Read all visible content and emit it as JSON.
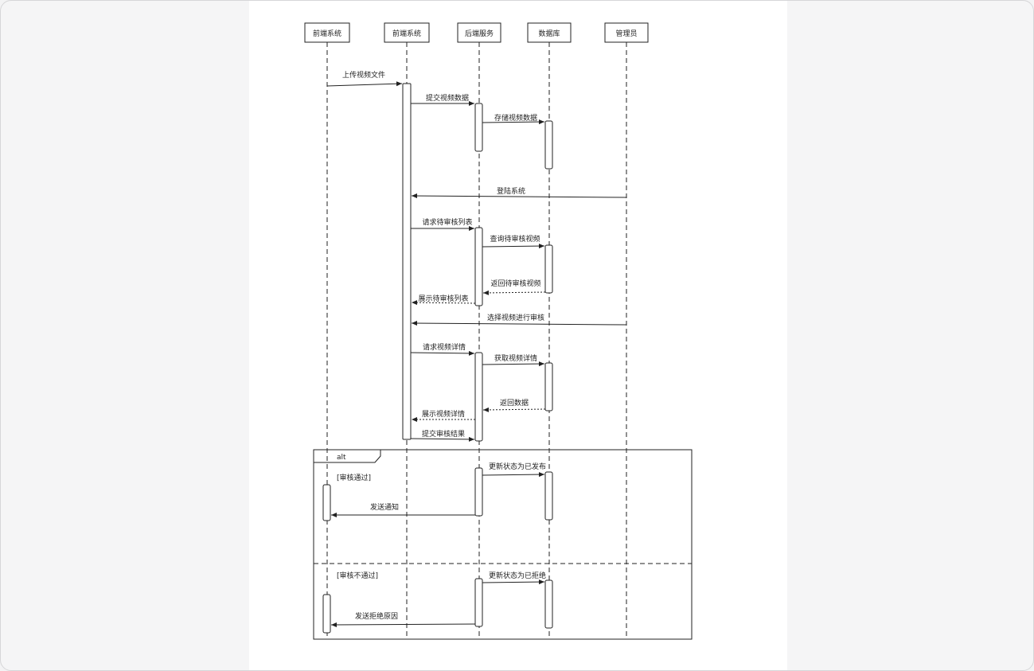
{
  "participants": [
    {
      "id": "p1",
      "label": "前端系统"
    },
    {
      "id": "p2",
      "label": "前端系统"
    },
    {
      "id": "p3",
      "label": "后端服务"
    },
    {
      "id": "p4",
      "label": "数据库"
    },
    {
      "id": "p5",
      "label": "管理员"
    }
  ],
  "messages": [
    {
      "id": "m1",
      "label": "上传视频文件",
      "from": "p1",
      "to": "p2",
      "style": "solid"
    },
    {
      "id": "m2",
      "label": "提交视频数据",
      "from": "p2",
      "to": "p3",
      "style": "solid"
    },
    {
      "id": "m3",
      "label": "存储视频数据",
      "from": "p3",
      "to": "p4",
      "style": "solid"
    },
    {
      "id": "m4",
      "label": "登陆系统",
      "from": "p5",
      "to": "p2",
      "style": "solid"
    },
    {
      "id": "m5",
      "label": "请求待审核列表",
      "from": "p2",
      "to": "p3",
      "style": "solid"
    },
    {
      "id": "m6",
      "label": "查询待审核视频",
      "from": "p3",
      "to": "p4",
      "style": "solid"
    },
    {
      "id": "m7",
      "label": "返回待审核视频",
      "from": "p4",
      "to": "p3",
      "style": "dashed"
    },
    {
      "id": "m8",
      "label": "展示待审核列表",
      "from": "p3",
      "to": "p2",
      "style": "dashed"
    },
    {
      "id": "m9",
      "label": "选择视频进行审核",
      "from": "p5",
      "to": "p2",
      "style": "solid"
    },
    {
      "id": "m10",
      "label": "请求视频详情",
      "from": "p2",
      "to": "p3",
      "style": "solid"
    },
    {
      "id": "m11",
      "label": "获取视频详情",
      "from": "p3",
      "to": "p4",
      "style": "solid"
    },
    {
      "id": "m12",
      "label": "返回数据",
      "from": "p4",
      "to": "p3",
      "style": "dashed"
    },
    {
      "id": "m13",
      "label": "展示视频详情",
      "from": "p3",
      "to": "p2",
      "style": "dashed"
    },
    {
      "id": "m14",
      "label": "提交审核结果",
      "from": "p2",
      "to": "p3",
      "style": "solid"
    },
    {
      "id": "m15",
      "label": "更新状态为已发布",
      "from": "p3",
      "to": "p4",
      "style": "solid"
    },
    {
      "id": "m16",
      "label": "发送通知",
      "from": "p3",
      "to": "p1",
      "style": "solid"
    },
    {
      "id": "m17",
      "label": "更新状态为已拒绝",
      "from": "p3",
      "to": "p4",
      "style": "solid"
    },
    {
      "id": "m18",
      "label": "发送拒绝原因",
      "from": "p3",
      "to": "p1",
      "style": "solid"
    }
  ],
  "alt_fragment": {
    "operator": "alt",
    "guards": [
      "[审核通过]",
      "[审核不通过]"
    ]
  },
  "colors": {
    "line": "#222222",
    "page_bg": "#f5f5f6",
    "canvas_bg": "#ffffff"
  }
}
